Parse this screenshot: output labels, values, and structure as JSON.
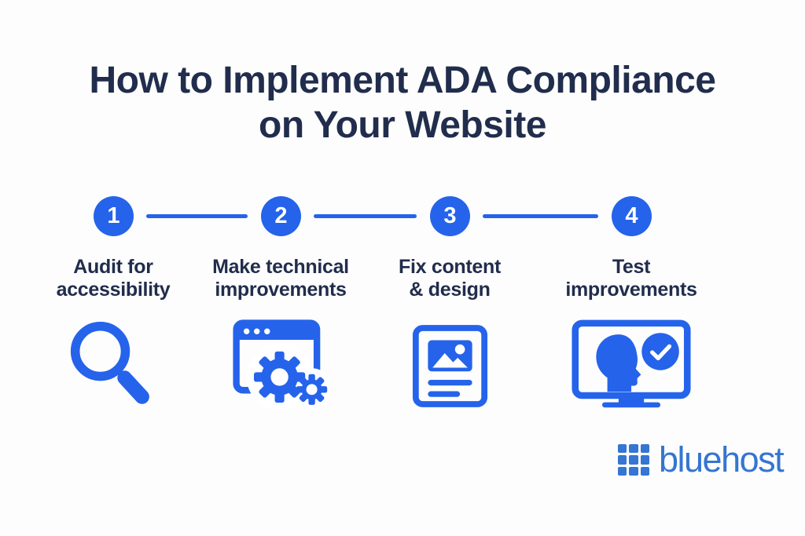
{
  "title": {
    "line1": "How to Implement ADA Compliance",
    "line2": "on Your Website"
  },
  "steps": [
    {
      "number": "1",
      "label": "Audit for\naccessibility",
      "icon": "magnifying-glass-icon"
    },
    {
      "number": "2",
      "label": "Make technical\nimprovements",
      "icon": "browser-gears-icon"
    },
    {
      "number": "3",
      "label": "Fix content\n& design",
      "icon": "document-image-icon"
    },
    {
      "number": "4",
      "label": "Test\nimprovements",
      "icon": "monitor-user-check-icon"
    }
  ],
  "brand": {
    "name": "bluehost",
    "icon": "grid-logo-icon"
  },
  "colors": {
    "accent": "#2563EB",
    "heading": "#212D4C",
    "brand_blue": "#3575D3",
    "background": "#FDFDFD"
  }
}
